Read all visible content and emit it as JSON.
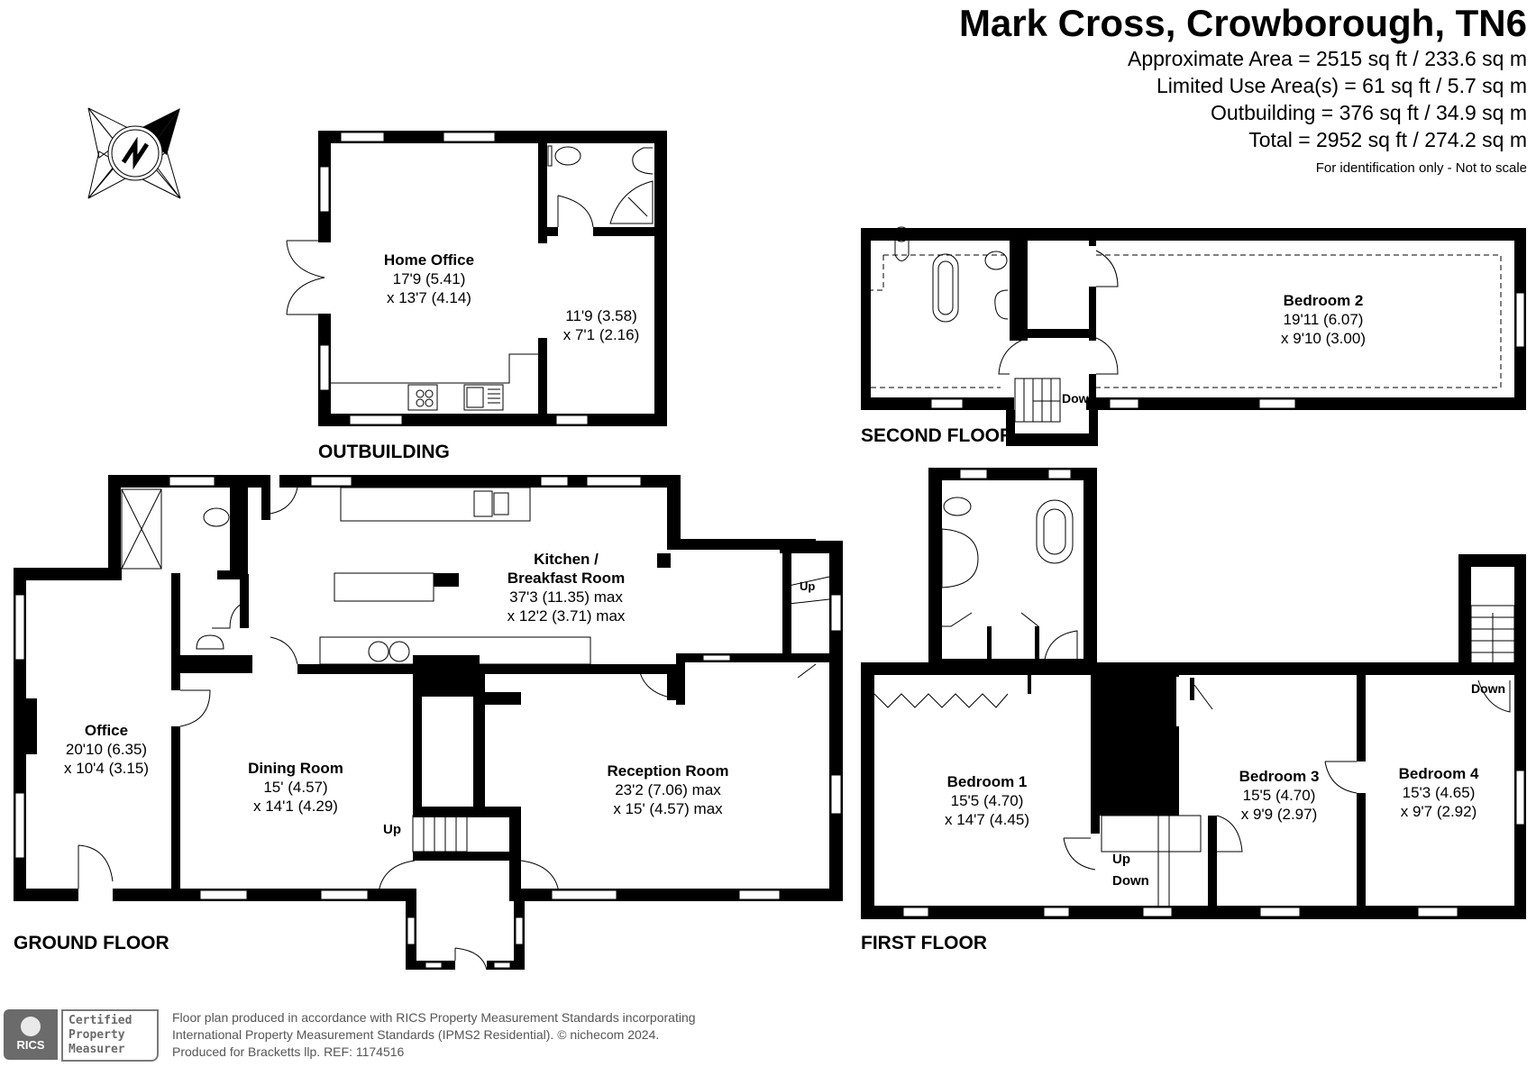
{
  "header": {
    "title": "Mark Cross, Crowborough, TN6",
    "areas": [
      "Approximate Area = 2515 sq ft / 233.6 sq m",
      "Limited Use Area(s) = 61 sq ft / 5.7 sq m",
      "Outbuilding = 376 sq ft / 34.9 sq m",
      "Total = 2952 sq ft / 274.2 sq m"
    ],
    "disclaimer": "For identification only - Not to scale"
  },
  "compass": {
    "icon": "north-compass-icon",
    "label": "N"
  },
  "floors": {
    "outbuilding": {
      "label": "OUTBUILDING",
      "rooms": [
        {
          "name": "Home Office",
          "dim1": "17'9 (5.41)",
          "dim2": "x 13'7 (4.14)"
        },
        {
          "name": "",
          "dim1": "11'9 (3.58)",
          "dim2": "x 7'1 (2.16)"
        }
      ]
    },
    "second_floor": {
      "label": "SECOND FLOOR",
      "rooms": [
        {
          "name": "Bedroom 2",
          "dim1": "19'11 (6.07)",
          "dim2": "x 9'10 (3.00)"
        }
      ],
      "stairs": [
        "Down"
      ]
    },
    "ground_floor": {
      "label": "GROUND FLOOR",
      "rooms": [
        {
          "name": "Office",
          "dim1": "20'10 (6.35)",
          "dim2": "x 10'4 (3.15)"
        },
        {
          "name": "Dining Room",
          "dim1": "15' (4.57)",
          "dim2": "x 14'1 (4.29)"
        },
        {
          "name": "Kitchen /",
          "name2": "Breakfast Room",
          "dim1": "37'3 (11.35) max",
          "dim2": "x 12'2 (3.71) max"
        },
        {
          "name": "Reception Room",
          "dim1": "23'2 (7.06) max",
          "dim2": "x 15' (4.57) max"
        }
      ],
      "stairs": [
        "Up",
        "Up"
      ]
    },
    "first_floor": {
      "label": "FIRST FLOOR",
      "rooms": [
        {
          "name": "Bedroom 1",
          "dim1": "15'5 (4.70)",
          "dim2": "x 14'7 (4.45)"
        },
        {
          "name": "Bedroom 3",
          "dim1": "15'5 (4.70)",
          "dim2": "x 9'9 (2.97)"
        },
        {
          "name": "Bedroom 4",
          "dim1": "15'3 (4.65)",
          "dim2": "x 9'7 (2.92)"
        }
      ],
      "stairs": [
        "Up",
        "Down",
        "Down"
      ]
    }
  },
  "footer": {
    "badge": {
      "org": "RICS",
      "line1": "Certified",
      "line2": "Property",
      "line3": "Measurer"
    },
    "lines": [
      "Floor plan produced in accordance with RICS Property Measurement Standards incorporating",
      "International Property Measurement Standards (IPMS2 Residential).   © nichecom 2024.",
      "Produced for Bracketts llp.   REF:  1174516"
    ]
  },
  "colors": {
    "wall": "#000000",
    "background": "#ffffff",
    "footer_text": "#555555",
    "badge_grey": "#6b6b6b"
  }
}
